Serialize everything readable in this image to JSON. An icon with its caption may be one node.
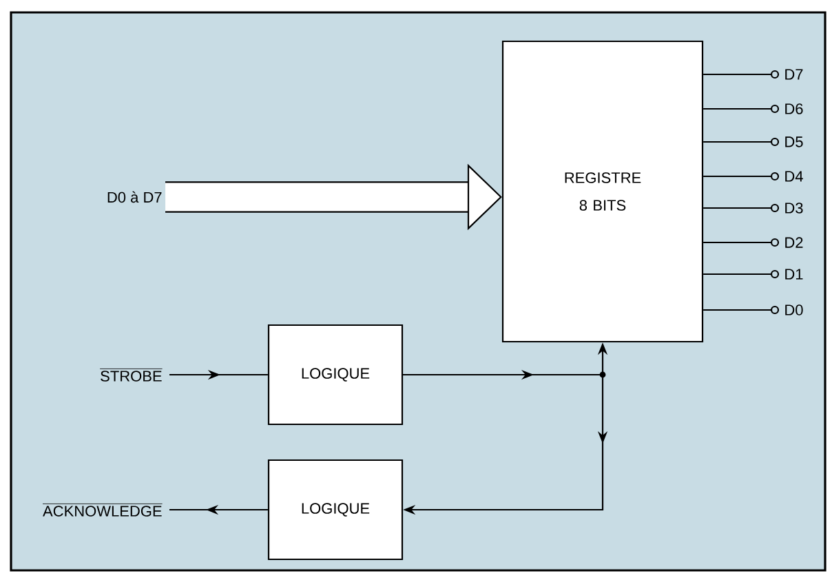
{
  "diagram": {
    "nodes": [
      {
        "text": [
          "D0 à D7"
        ]
      },
      {
        "text": [
          "REGISTRE 8 BITS"
        ]
      },
      {
        "text": [
          "D7"
        ]
      },
      {
        "text": [
          "D6"
        ]
      },
      {
        "text": [
          "D5"
        ]
      },
      {
        "text": [
          "D4"
        ]
      },
      {
        "text": [
          "D3"
        ]
      },
      {
        "text": [
          "D2"
        ]
      },
      {
        "text": [
          "D1"
        ]
      },
      {
        "text": [
          "D0"
        ]
      },
      {
        "text": [
          "STROBE"
        ]
      },
      {
        "text": [
          "LOGIQUE"
        ]
      },
      {
        "text": [
          "ACKNOWLEDGE"
        ]
      },
      {
        "text": [
          "LOGIQUE"
        ]
      }
    ],
    "edges": [
      {
        "from": 0,
        "to": 1,
        "arrow": "to",
        "style": "thick"
      },
      {
        "from": 1,
        "to": 2,
        "arrow": "none"
      },
      {
        "from": 1,
        "to": 3,
        "arrow": "none"
      },
      {
        "from": 1,
        "to": 4,
        "arrow": "none"
      },
      {
        "from": 1,
        "to": 5,
        "arrow": "none"
      },
      {
        "from": 1,
        "to": 6,
        "arrow": "none"
      },
      {
        "from": 1,
        "to": 7,
        "arrow": "none"
      },
      {
        "from": 1,
        "to": 8,
        "arrow": "none"
      },
      {
        "from": 1,
        "to": 9,
        "arrow": "none"
      },
      {
        "from": 10,
        "to": 11,
        "arrow": "to"
      },
      {
        "from": 11,
        "to": 1,
        "arrow": "to"
      },
      {
        "from": 11,
        "to": 13,
        "arrow": "to"
      },
      {
        "from": 13,
        "to": 12,
        "arrow": "to"
      }
    ]
  }
}
